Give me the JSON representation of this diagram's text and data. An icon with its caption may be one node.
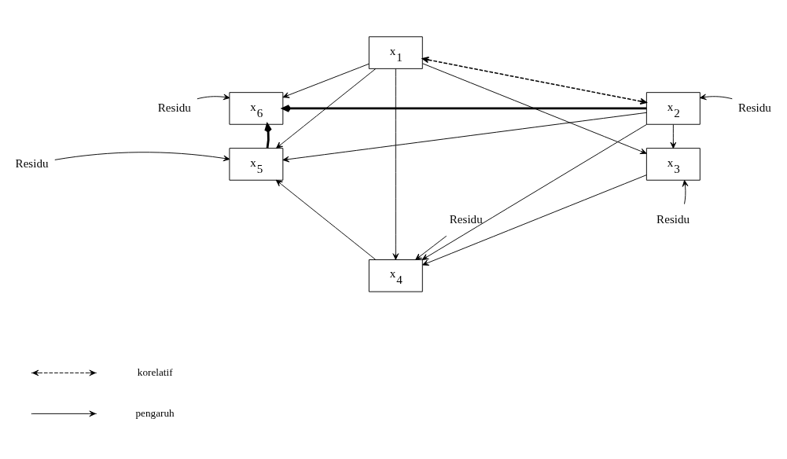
{
  "diagram": {
    "nodes": [
      {
        "text": [
          "x$_{1}$"
        ]
      },
      {
        "text": [
          "x$_{6}$"
        ]
      },
      {
        "text": [
          "x$_{2}$"
        ]
      },
      {
        "text": [
          "x$_{5}$"
        ]
      },
      {
        "text": [
          "x$_{3}$"
        ]
      },
      {
        "text": [
          "x$_{4}$"
        ]
      },
      {
        "text": [
          "Residu"
        ]
      },
      {
        "text": [
          "Residu"
        ]
      },
      {
        "text": [
          "Residu"
        ]
      },
      {
        "text": [
          "Residu"
        ]
      },
      {
        "text": [
          "Residu"
        ]
      }
    ],
    "edges": [
      {
        "from": 0,
        "to": 2,
        "arrow": "both",
        "style": "dashed"
      },
      {
        "from": 0,
        "to": 1,
        "arrow": "to"
      },
      {
        "from": 0,
        "to": 3,
        "arrow": "to"
      },
      {
        "from": 0,
        "to": 5,
        "arrow": "to"
      },
      {
        "from": 0,
        "to": 4,
        "arrow": "to"
      },
      {
        "from": 2,
        "to": 1,
        "arrow": "to",
        "style": "thick"
      },
      {
        "from": 2,
        "to": 3,
        "arrow": "to"
      },
      {
        "from": 2,
        "to": 5,
        "arrow": "to"
      },
      {
        "from": 2,
        "to": 4,
        "arrow": "to"
      },
      {
        "from": 3,
        "to": 1,
        "arrow": "to",
        "style": "thick"
      },
      {
        "from": 4,
        "to": 5,
        "arrow": "to"
      },
      {
        "from": 5,
        "to": 3,
        "arrow": "to"
      },
      {
        "from": 6,
        "to": 1,
        "arrow": "to"
      },
      {
        "from": 7,
        "to": 2,
        "arrow": "to"
      },
      {
        "from": 8,
        "to": 3,
        "arrow": "to"
      },
      {
        "from": 9,
        "to": 4,
        "arrow": "to"
      },
      {
        "from": 10,
        "to": 5,
        "arrow": "to"
      }
    ],
    "legend": [
      {
        "text": "korelatif"
      },
      {
        "text": "pengaruh"
      }
    ]
  }
}
